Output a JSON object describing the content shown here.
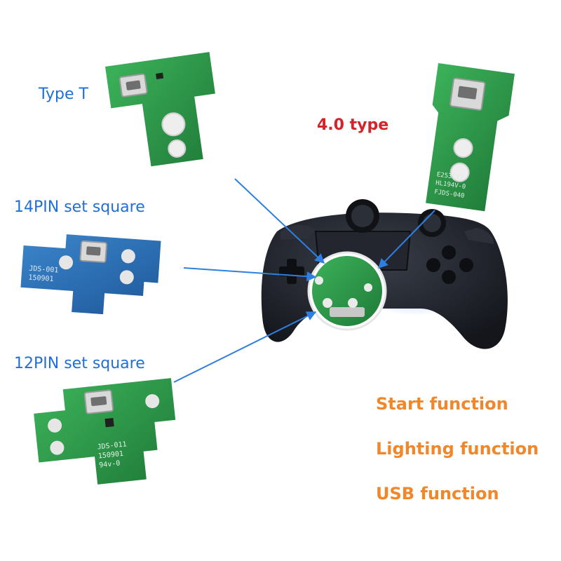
{
  "labels": {
    "type_t": "Type T",
    "type_40": "4.0 type",
    "pin14": "14PIN set square",
    "pin12": "12PIN set square"
  },
  "features": {
    "start": "Start function",
    "lighting": "Lighting function",
    "usb": "USB function"
  },
  "boards": {
    "type_t_marking": "",
    "type_40_marking": [
      "E253117",
      "HL194V-0",
      "FJDS-040"
    ],
    "pin14_marking": [
      "JDS-001",
      "150901"
    ],
    "pin12_marking": [
      "JDS-011",
      "150901",
      "94v-0"
    ]
  },
  "colors": {
    "label_blue": "#1f6fd6",
    "label_red": "#d4232a",
    "feature_orange": "#f0872a",
    "pcb_green": "#2e9a48",
    "pcb_blue": "#2a6fb5",
    "controller": "#1c1f26",
    "arrow": "#2f7fe0"
  }
}
